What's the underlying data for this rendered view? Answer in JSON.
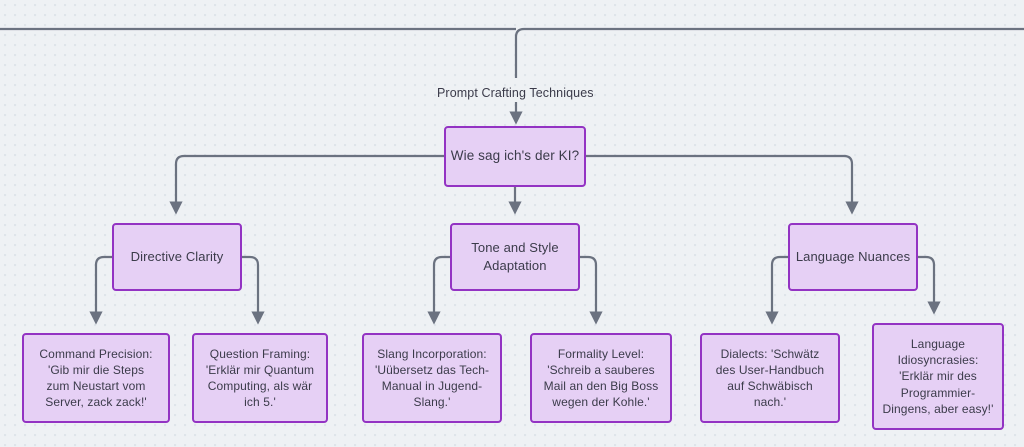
{
  "diagram": {
    "title_label": "Prompt Crafting Techniques",
    "colors": {
      "node_fill": "#e6d0f5",
      "node_border": "#9333c3",
      "edge_stroke": "#6b7280",
      "canvas_background": "#eef1f4",
      "text": "#3b3b4a"
    },
    "root": {
      "label": "Wie sag ich's der KI?"
    },
    "branches": [
      {
        "label": "Directive Clarity",
        "children": [
          {
            "label": "Command Precision:\n'Gib mir die Steps\nzum Neustart vom\nServer, zack zack!'"
          },
          {
            "label": "Question Framing:\n'Erklär mir Quantum\nComputing, als wär\nich 5.'"
          }
        ]
      },
      {
        "label": "Tone and Style\nAdaptation",
        "children": [
          {
            "label": "Slang Incorporation:\n'Uübersetz das Tech-\nManual in Jugend-\nSlang.'"
          },
          {
            "label": "Formality Level:\n'Schreib a sauberes\nMail an den Big Boss\nwegen der Kohle.'"
          }
        ]
      },
      {
        "label": "Language Nuances",
        "children": [
          {
            "label": "Dialects: 'Schwätz\ndes User-Handbuch\nauf Schwäbisch\nnach.'"
          },
          {
            "label": "Language\nIdiosyncrasies:\n'Erklär mir des\nProgrammier-\nDingens, aber easy!'"
          }
        ]
      }
    ]
  }
}
